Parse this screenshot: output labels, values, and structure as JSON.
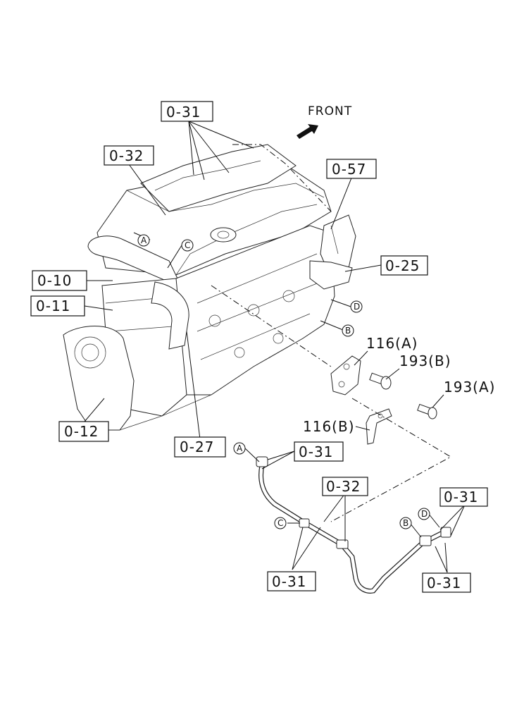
{
  "header": {
    "direction_label": "FRONT"
  },
  "callouts": {
    "c_0_31_top": "0-31",
    "c_0_32_top": "0-32",
    "c_0_57": "0-57",
    "c_0_10": "0-10",
    "c_0_11": "0-11",
    "c_0_25": "0-25",
    "c_0_12": "0-12",
    "c_0_27": "0-27",
    "c_0_31_a": "0-31",
    "c_0_32_pipe": "0-32",
    "c_0_31_right": "0-31",
    "c_0_31_bottom_left": "0-31",
    "c_0_31_bottom_right": "0-31"
  },
  "parts": {
    "p_116a": "116(A)",
    "p_193b": "193(B)",
    "p_193a": "193(A)",
    "p_116b": "116(B)"
  },
  "markers": {
    "A": "A",
    "B": "B",
    "C": "C",
    "D": "D"
  }
}
